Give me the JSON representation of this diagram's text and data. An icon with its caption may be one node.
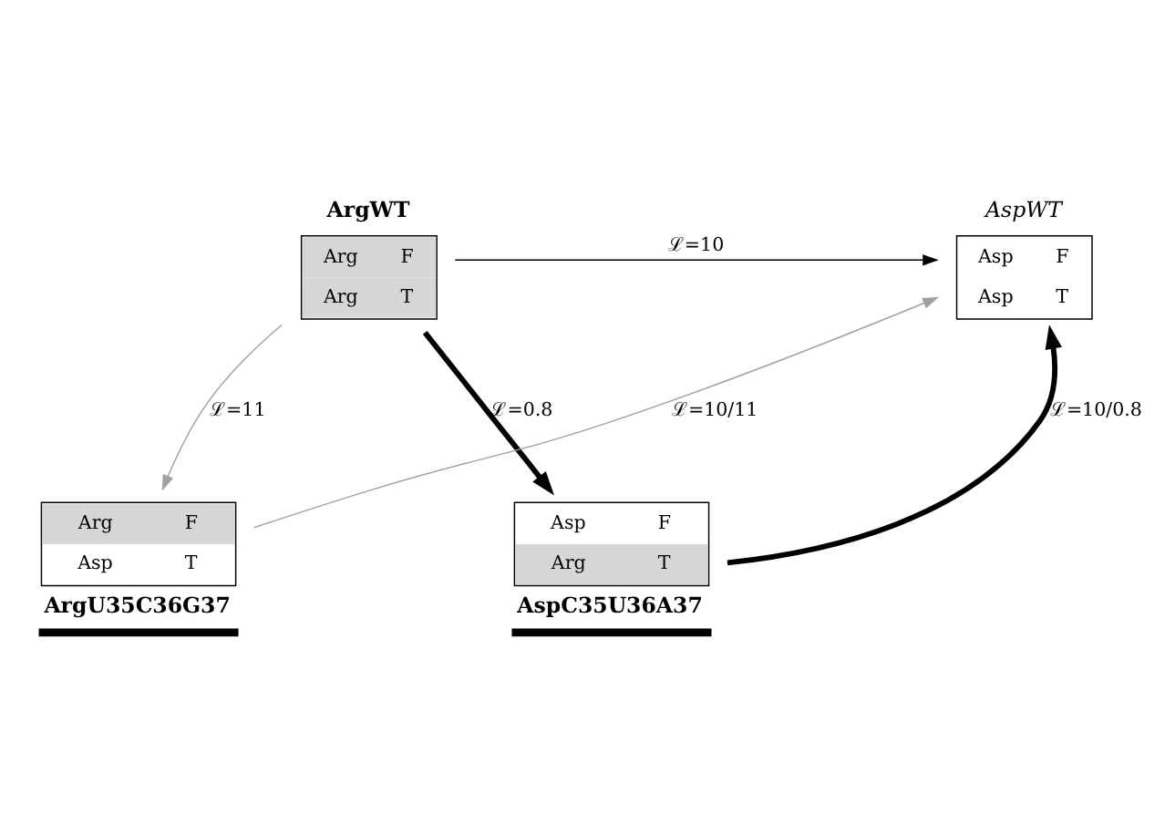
{
  "diagram": {
    "nodes": [
      {
        "text": [
          "ArgWT",
          "Arg F",
          "Arg T"
        ]
      },
      {
        "text": [
          "AspWT",
          "Asp F",
          "Asp T"
        ]
      },
      {
        "text": [
          "Arg F",
          "Asp T",
          "ArgU35C36G37"
        ]
      },
      {
        "text": [
          "Asp F",
          "Arg T",
          "AspC35U36A37"
        ]
      }
    ],
    "edges": [
      {
        "from": 0,
        "to": 1,
        "arrow": "to",
        "label": "ℒ=10"
      },
      {
        "from": 0,
        "to": 2,
        "arrow": "to",
        "label": "ℒ=11",
        "color": "#a0a0a0"
      },
      {
        "from": 0,
        "to": 3,
        "arrow": "to",
        "label": "ℒ=0.8",
        "style": "thick"
      },
      {
        "from": 2,
        "to": 1,
        "arrow": "to",
        "label": "ℒ=10/11",
        "color": "#a0a0a0"
      },
      {
        "from": 3,
        "to": 1,
        "arrow": "to",
        "label": "ℒ=10/0.8",
        "style": "thick"
      }
    ]
  }
}
